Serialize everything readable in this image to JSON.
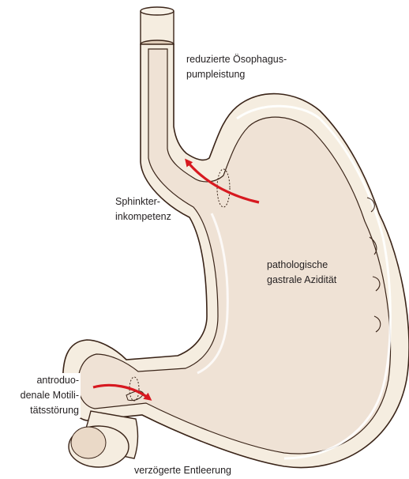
{
  "labels": {
    "esophagus": [
      "reduzierte Ösophagus-",
      "pumpleistung"
    ],
    "sphincter": [
      "Sphinkter-",
      "inkompetenz"
    ],
    "acidity": [
      "pathologische",
      "gastrale Azidität"
    ],
    "motility": [
      "antroduo-",
      "denale Motili-",
      "tätsstörung"
    ],
    "emptying": "verzögerte Entleerung"
  },
  "colors": {
    "stomach_fill": "#efe2d5",
    "wall_cream": "#f5ede0",
    "outline": "#3a2418",
    "arrow_red": "#d71920"
  }
}
